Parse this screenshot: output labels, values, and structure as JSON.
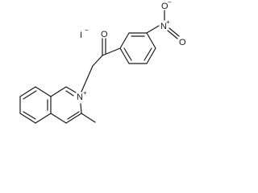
{
  "structure": {
    "counterion": "I",
    "counterion_charge": "−",
    "carbonyl_oxygen": "O",
    "nitro_nitrogen": "N",
    "nitro_nitrogen_charge": "+",
    "nitro_oxygen_top": "O",
    "nitro_oxygen_top_charge": "−",
    "nitro_oxygen_bottom": "O",
    "ring_nitrogen": "N",
    "ring_nitrogen_charge": "+"
  }
}
